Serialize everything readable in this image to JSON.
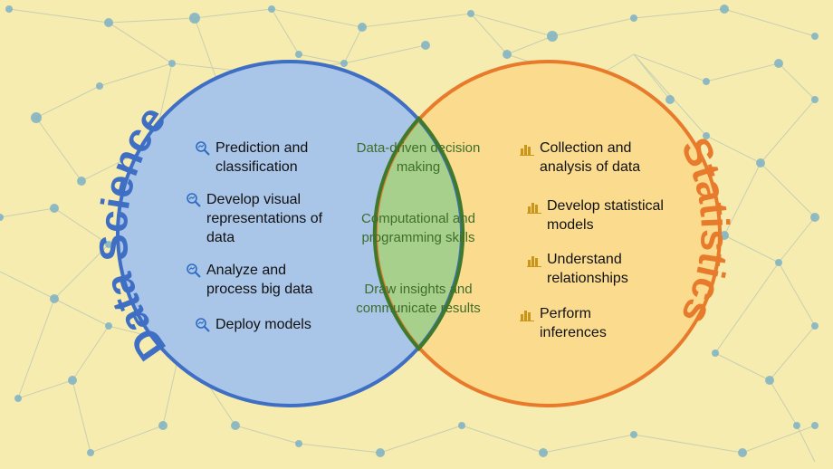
{
  "left_circle": {
    "title": "Data Science",
    "items": [
      {
        "icon": "magnifier-chart-icon",
        "text": "Prediction and classification"
      },
      {
        "icon": "magnifier-chart-icon",
        "text": "Develop visual representations of data"
      },
      {
        "icon": "magnifier-chart-icon",
        "text": "Analyze and process big data"
      },
      {
        "icon": "magnifier-chart-icon",
        "text": "Deploy models"
      }
    ],
    "fill": "#a9c5e8",
    "stroke": "#3f6fc4"
  },
  "right_circle": {
    "title": "Statistics",
    "items": [
      {
        "icon": "bar-chart-icon",
        "text": "Collection and analysis of data"
      },
      {
        "icon": "bar-chart-icon",
        "text": "Develop statistical models"
      },
      {
        "icon": "bar-chart-icon",
        "text": "Understand relationships"
      },
      {
        "icon": "bar-chart-icon",
        "text": "Perform inferences"
      }
    ],
    "fill": "#fbdc8f",
    "stroke": "#e87a2c"
  },
  "intersection": {
    "items": [
      "Data-driven decision making",
      "Computational and programming skills",
      "Draw insights and communicate results"
    ],
    "fill": "#a8d08d",
    "stroke": "#3f7a2a"
  }
}
